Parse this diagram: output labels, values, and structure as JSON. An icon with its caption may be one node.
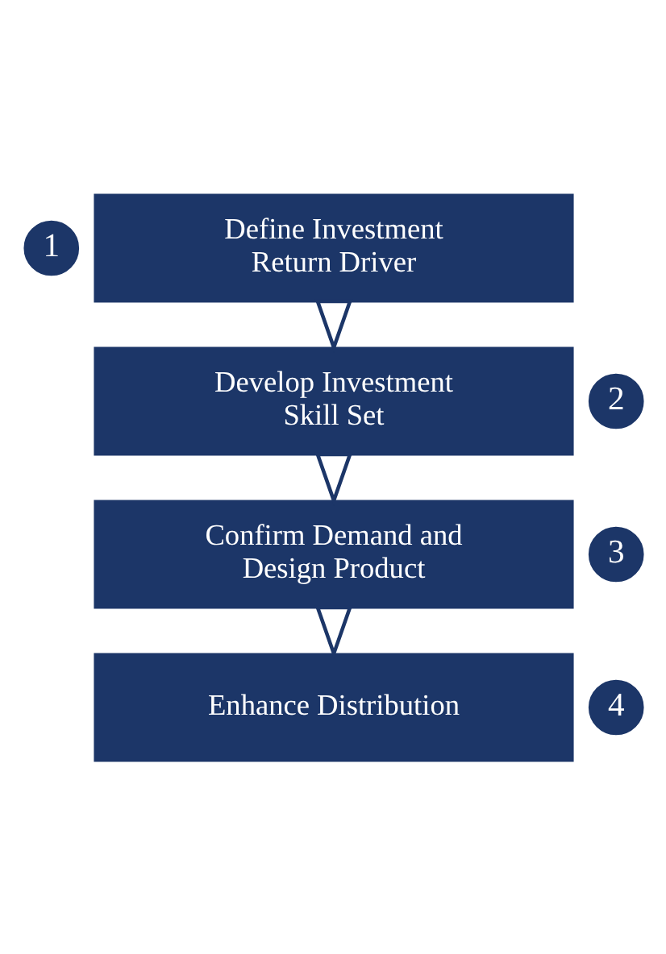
{
  "diagram": {
    "nodes": [
      {
        "text": [
          "1"
        ]
      },
      {
        "text": [
          "Define Investment Return Driver"
        ]
      },
      {
        "text": [
          "2"
        ]
      },
      {
        "text": [
          "Develop Investment Skill Set"
        ]
      },
      {
        "text": [
          "3"
        ]
      },
      {
        "text": [
          "Confirm Demand and Design Product"
        ]
      },
      {
        "text": [
          "4"
        ]
      },
      {
        "text": [
          "Enhance Distribution"
        ]
      }
    ],
    "edges": [
      {
        "from": 1,
        "to": 3,
        "arrow": "to"
      },
      {
        "from": 3,
        "to": 5,
        "arrow": "to"
      },
      {
        "from": 5,
        "to": 7,
        "arrow": "to"
      }
    ]
  }
}
